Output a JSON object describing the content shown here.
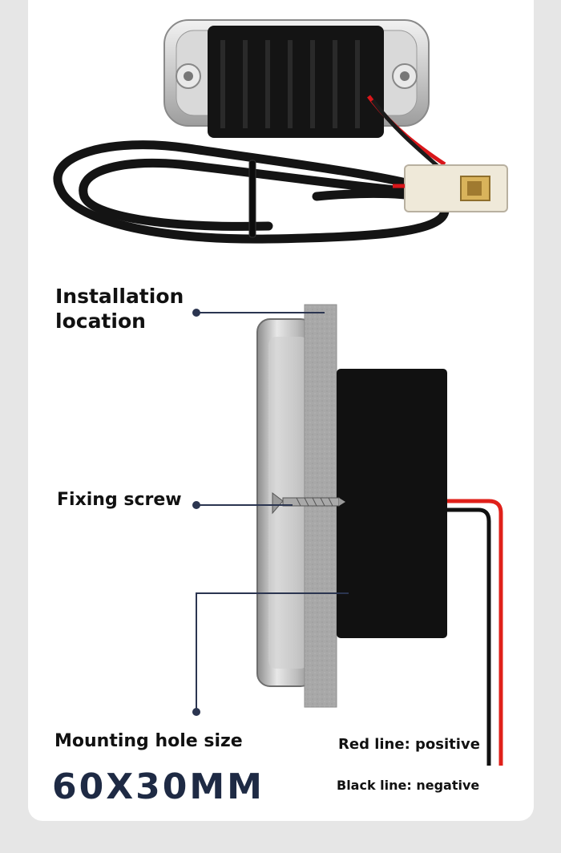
{
  "labels": {
    "installation_location": "Installation location",
    "fixing_screw": "Fixing screw",
    "mounting_hole_size": "Mounting hole size",
    "mounting_hole_value": "60X30MM",
    "red_line": "Red line: positive",
    "black_line": "Black line: negative"
  },
  "colors": {
    "background": "#e6e6e6",
    "card": "#ffffff",
    "device_body": "#111111",
    "wall": "#a9a9a9",
    "leader_line": "#2b3550",
    "wire_red": "#e0201a",
    "wire_black": "#111111",
    "size_text": "#1e2a44"
  },
  "icons": [
    "lamp-product-photo",
    "wall-section",
    "screw-icon",
    "wire-connector-icon"
  ]
}
